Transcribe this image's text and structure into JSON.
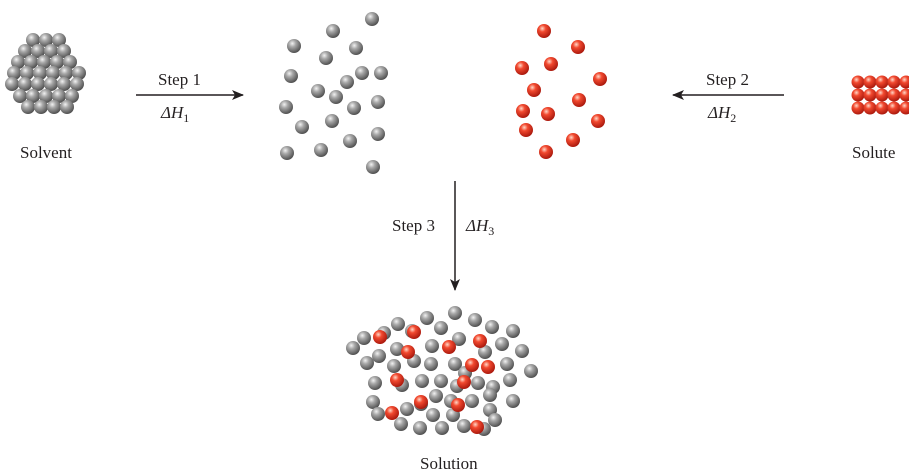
{
  "labels": {
    "solvent": "Solvent",
    "solute": "Solute",
    "solution": "Solution",
    "step1": "Step 1",
    "step2": "Step 2",
    "step3": "Step 3",
    "dh1_sub": "1",
    "dh2_sub": "2",
    "dh3_sub": "3",
    "delta_h": "ΔH"
  },
  "colors": {
    "solvent_particle": "#8a8a8a",
    "solute_particle": "#e8392c",
    "arrow": "#231f20"
  }
}
